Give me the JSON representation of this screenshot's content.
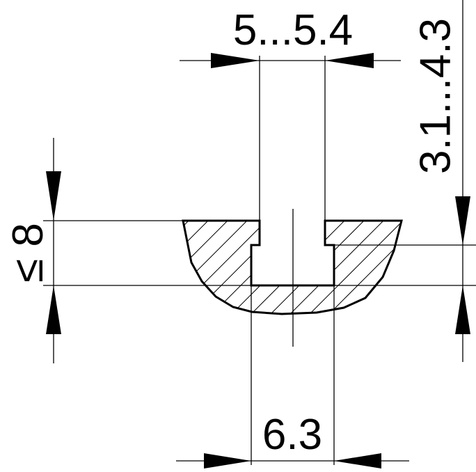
{
  "dimensions": {
    "top_width": "5...5.4",
    "bottom_width": "6.3",
    "right_depth": "3.1...4.3",
    "left_symbol": "≤",
    "left_value": "8"
  },
  "colors": {
    "ink": "#000000",
    "background": "#ffffff"
  }
}
